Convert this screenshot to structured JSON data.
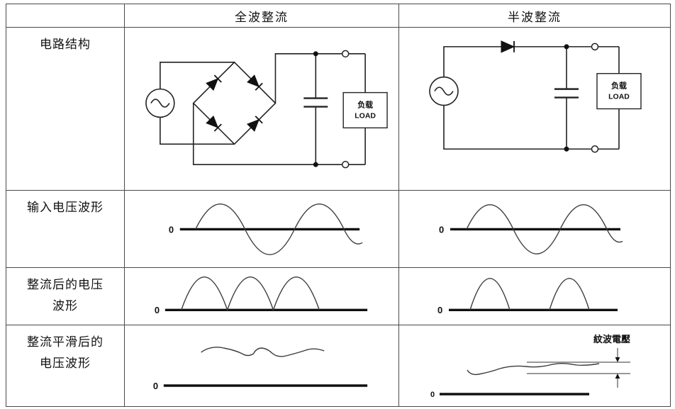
{
  "table": {
    "header": {
      "full_wave": "全波整流",
      "half_wave": "半波整流"
    },
    "row_labels": {
      "circuit": "电路结构",
      "input_waveform": "输入电压波形",
      "rectified_waveform": "整流后的电压\n波形",
      "smoothed_waveform": "整流平滑后的\n电压波形"
    },
    "circuit_labels": {
      "load_cn": "负载",
      "load_en": "LOAD"
    },
    "waveform_labels": {
      "zero": "0",
      "ripple_voltage": "紋波電壓"
    }
  }
}
